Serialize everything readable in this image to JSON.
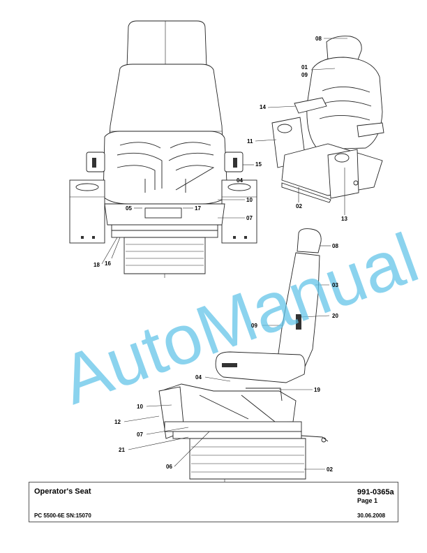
{
  "watermark": "AutoManual",
  "title_block": {
    "title": "Operator's Seat",
    "document_number": "991-0365a",
    "page": "Page 1",
    "machine": "PC 5500-6E SN:15070",
    "date": "30.06.2008"
  },
  "callouts": {
    "front_view": [
      "15",
      "04",
      "10",
      "07",
      "17",
      "05",
      "18",
      "16"
    ],
    "iso_view": [
      "08",
      "01",
      "09",
      "14",
      "11",
      "02",
      "13"
    ],
    "side_view": [
      "08",
      "03",
      "20",
      "09",
      "04",
      "19",
      "10",
      "12",
      "07",
      "21",
      "06",
      "02"
    ]
  }
}
